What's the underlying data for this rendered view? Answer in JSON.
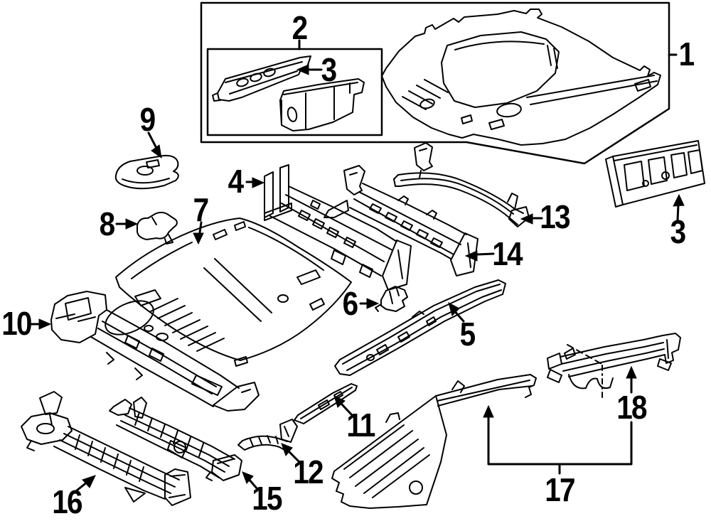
{
  "canvas": {
    "background": "#ffffff",
    "line_color": "#000000"
  },
  "callouts": {
    "c1": "1",
    "c2": "2",
    "c3a": "3",
    "c3b": "3",
    "c4": "4",
    "c5": "5",
    "c6": "6",
    "c7": "7",
    "c8": "8",
    "c9": "9",
    "c10": "10",
    "c11": "11",
    "c12": "12",
    "c13": "13",
    "c14": "14",
    "c15": "15",
    "c16": "16",
    "c17": "17",
    "c18": "18"
  }
}
